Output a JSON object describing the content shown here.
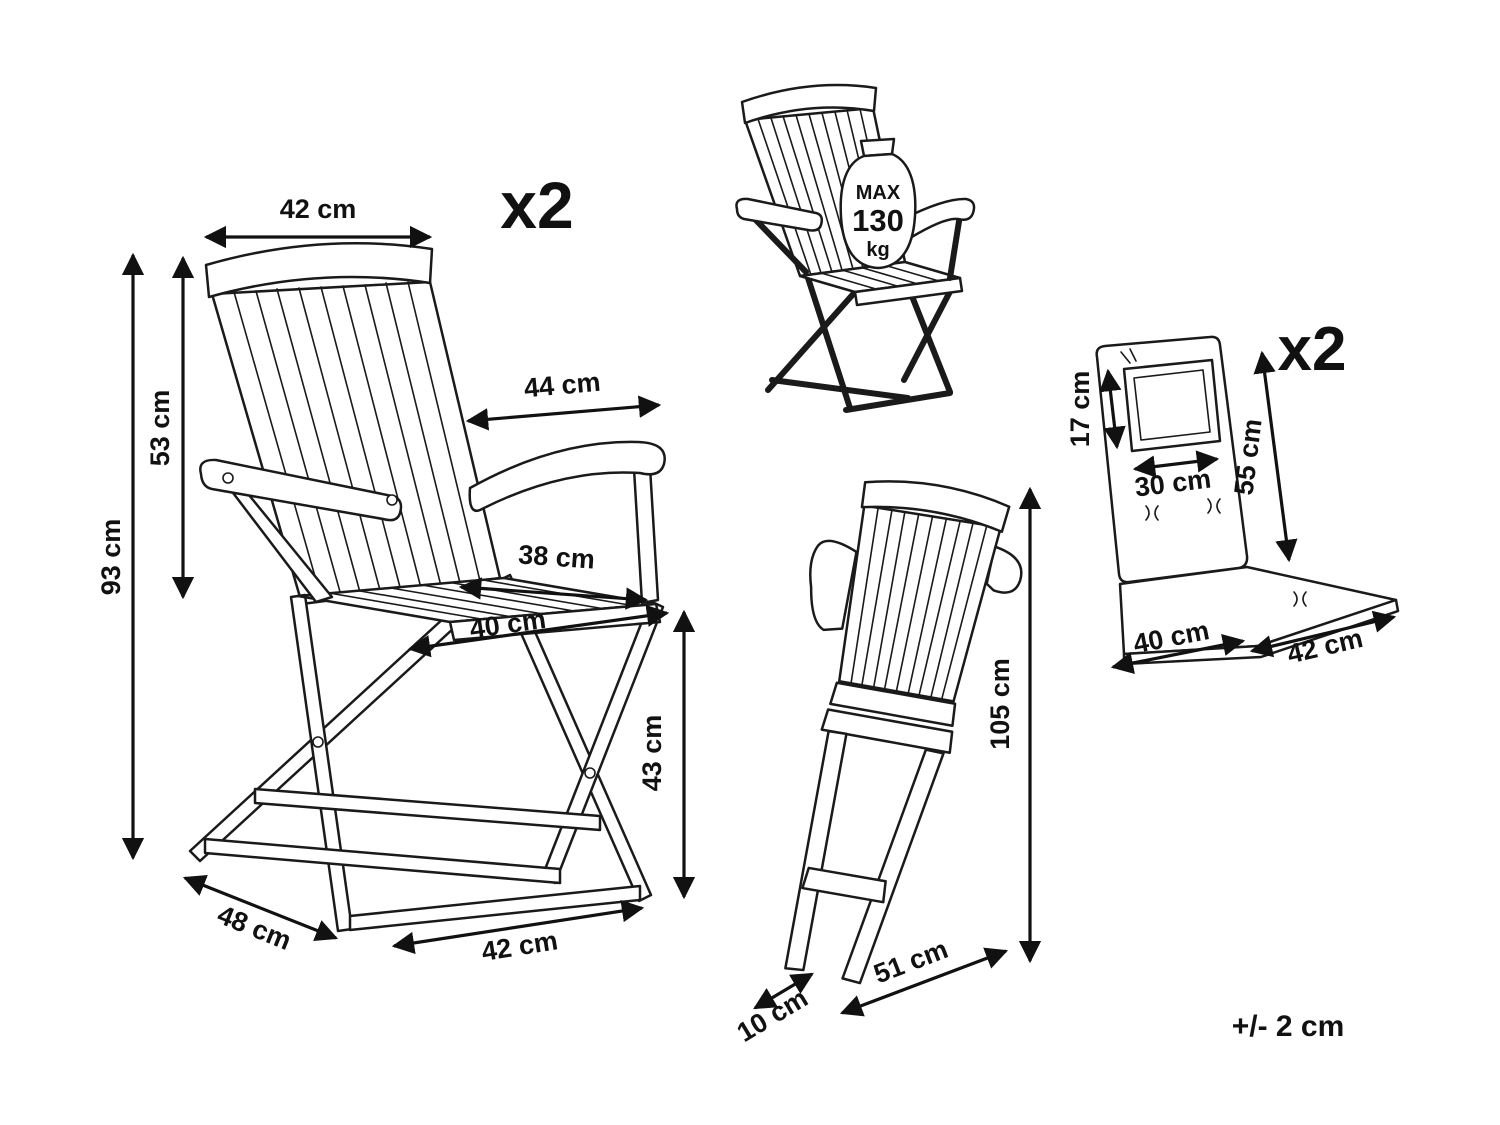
{
  "colors": {
    "line": "#1a1a1a",
    "background": "#ffffff"
  },
  "main_chair": {
    "qty": "x2",
    "top_width": "42 cm",
    "total_height": "93 cm",
    "backrest_height": "53 cm",
    "armrest_length": "44 cm",
    "seat_depth": "38 cm",
    "seat_width": "40 cm",
    "seat_height": "43 cm",
    "base_depth": "48 cm",
    "base_width": "42 cm"
  },
  "load_chair": {
    "max_label": "MAX",
    "max_value": "130",
    "max_unit": "kg"
  },
  "folded_chair": {
    "height": "105 cm",
    "length": "51 cm",
    "depth": "10 cm"
  },
  "cushion": {
    "qty": "x2",
    "pillow_height": "17 cm",
    "pillow_width": "30 cm",
    "back_height": "55 cm",
    "seat_depth": "40 cm",
    "seat_width": "42 cm"
  },
  "tolerance": "+/- 2 cm"
}
